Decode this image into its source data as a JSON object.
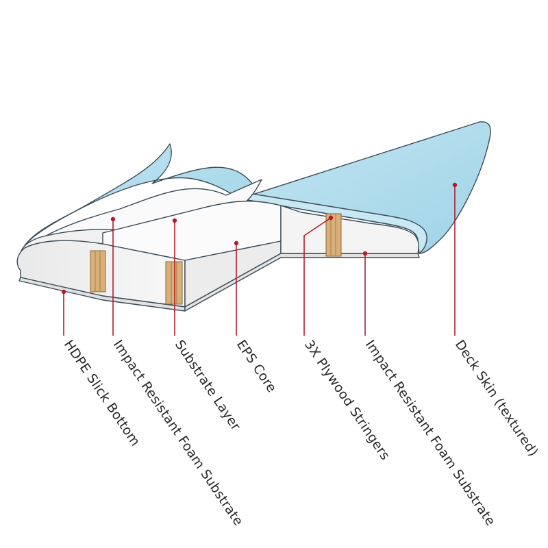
{
  "colors": {
    "deck_skin": "#a9d8ea",
    "deck_skin_light": "#d4edf6",
    "foam": "#f3f3f3",
    "foam_shade": "#dcdcdc",
    "plywood": "#d8b07a",
    "plywood_dark": "#a97c45",
    "leader": "#b11d2c"
  },
  "callouts": [
    {
      "id": "hdpe-slick-bottom",
      "label": "HDPE Slick Bottom"
    },
    {
      "id": "impact-foam-left",
      "label": "Impact Resistant Foam Substrate"
    },
    {
      "id": "substrate-layer",
      "label": "Substrate Layer"
    },
    {
      "id": "eps-core",
      "label": "EPS Core"
    },
    {
      "id": "plywood-stringers",
      "label": "3X Plywood Stringers"
    },
    {
      "id": "impact-foam-right",
      "label": "Impact Resistant Foam Substrate"
    },
    {
      "id": "deck-skin",
      "label": "Deck Skin (textured)"
    }
  ]
}
